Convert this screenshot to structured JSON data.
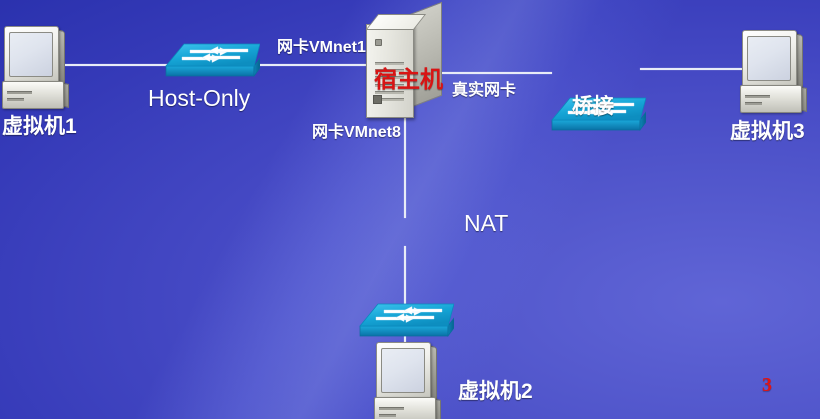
{
  "diagram": {
    "title_red_overlay": "宿主机",
    "page_number": "3",
    "theme": {
      "bg_dark_blue": "#2129a6",
      "bg_light_blue": "#6065d6",
      "switch_cyan": "#17a8d8",
      "link_white": "#e8ecf7",
      "label_white": "#ffffff",
      "accent_red": "#d81414"
    },
    "nodes": {
      "vm1": {
        "label": "虚拟机1",
        "icon": "desktop-computer-icon"
      },
      "vm2": {
        "label": "虚拟机2",
        "icon": "desktop-computer-icon"
      },
      "vm3": {
        "label": "虚拟机3",
        "icon": "desktop-computer-icon"
      },
      "host": {
        "label": "宿主机",
        "icon": "server-tower-icon"
      },
      "switch_hostonly": {
        "label": "Host-Only",
        "icon": "network-switch-icon"
      },
      "switch_bridge": {
        "label": "桥接",
        "icon": "network-switch-icon"
      },
      "switch_nat": {
        "label": "NAT",
        "icon": "network-switch-icon"
      }
    },
    "link_labels": {
      "vmnet1": "网卡VMnet1",
      "vmnet8": "网卡VMnet8",
      "real_nic": "真实网卡"
    }
  }
}
